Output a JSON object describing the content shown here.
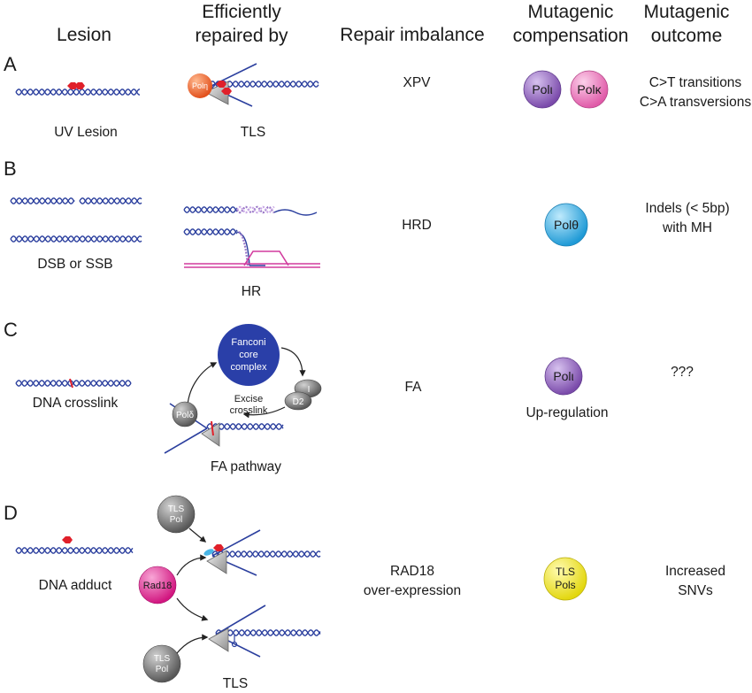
{
  "headers": {
    "lesion": "Lesion",
    "repaired_1": "Efficiently",
    "repaired_2": "repaired by",
    "imbalance": "Repair imbalance",
    "compensation_1": "Mutagenic",
    "compensation_2": "compensation",
    "outcome_1": "Mutagenic",
    "outcome_2": "outcome"
  },
  "rows": {
    "a": {
      "letter": "A",
      "lesion": "UV Lesion",
      "repair": "TLS",
      "repair_protein": "Polη",
      "imbalance": "XPV",
      "pol_1": "Polι",
      "pol_2": "Polκ",
      "outcome_1": "C>T transitions",
      "outcome_2": "C>A transversions"
    },
    "b": {
      "letter": "B",
      "lesion": "DSB or SSB",
      "repair": "HR",
      "imbalance": "HRD",
      "pol_1": "Polθ",
      "outcome_1": "Indels (< 5bp)",
      "outcome_2": "with MH"
    },
    "c": {
      "letter": "C",
      "lesion": "DNA crosslink",
      "repair": "FA pathway",
      "core_1": "Fanconi",
      "core_2": "core",
      "core_3": "complex",
      "i_label": "I",
      "d2_label": "D2",
      "excise_1": "Excise",
      "excise_2": "crosslink",
      "pol_delta": "Polδ",
      "imbalance": "FA",
      "pol_1": "Polι",
      "upreg": "Up-regulation",
      "outcome_1": "???"
    },
    "d": {
      "letter": "D",
      "lesion": "DNA adduct",
      "repair": "TLS",
      "tls_pol_top_1": "TLS",
      "tls_pol_top_2": "Pol",
      "rad18": "Rad18",
      "tls_pol_bottom_1": "TLS",
      "tls_pol_bottom_2": "Pol",
      "imbalance_1": "RAD18",
      "imbalance_2": "over-expression",
      "pols_1": "TLS",
      "pols_2": "Pols",
      "outcome_1": "Increased",
      "outcome_2": "SNVs"
    }
  },
  "colors": {
    "dna": "#2b3f9e",
    "lesion_red": "#e0202a",
    "polh": "#e8602a",
    "pol_iota": "#8c5fb8",
    "pol_kappa": "#e76cb6",
    "pol_theta": "#2aa9e3",
    "fanconi": "#2a3fa8",
    "grey_protein": "#6e6e6e",
    "rad18": "#e2238f",
    "tls_pols": "#efe51e",
    "hr_magenta": "#d23c9e"
  }
}
